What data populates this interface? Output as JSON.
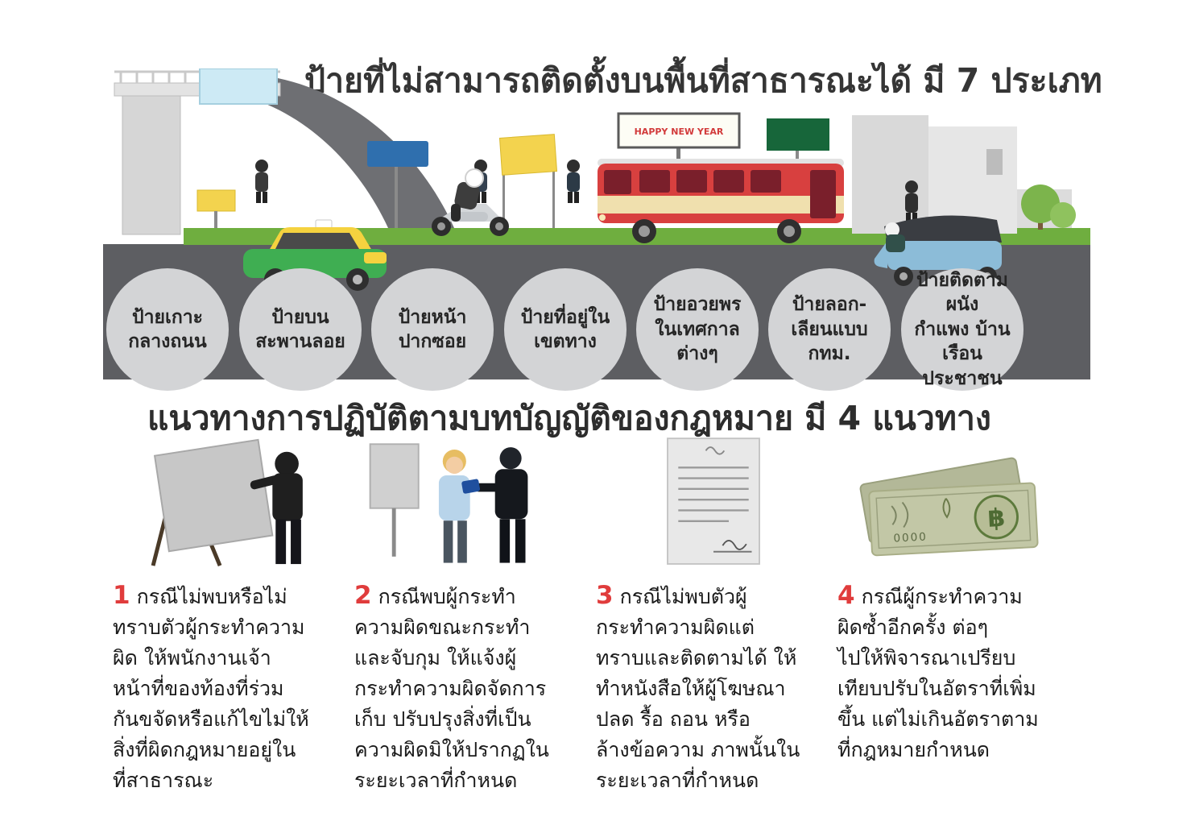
{
  "page": {
    "background": "#ffffff"
  },
  "top": {
    "title": "ป้ายที่ไม่สามารถติดตั้งบนพื้นที่สาธารณะได้ มี 7 ประเภท",
    "billboard_text": "HAPPY NEW YEAR",
    "sign_types": [
      {
        "label": "ป้ายเกาะ\nกลางถนน"
      },
      {
        "label": "ป้ายบน\nสะพานลอย"
      },
      {
        "label": "ป้ายหน้า\nปากซอย"
      },
      {
        "label": "ป้ายที่อยู่ใน\nเขตทาง"
      },
      {
        "label": "ป้ายอวยพร\nในเทศกาล\nต่างๆ"
      },
      {
        "label": "ป้ายลอก-\nเลียนแบบ\nกทม."
      },
      {
        "label": "ป้ายติดตามผนัง\nกำแพง บ้านเรือน\nประชาชน"
      }
    ]
  },
  "guidelines": {
    "title": "แนวทางการปฏิบัติตามบทบัญญัติของกฎหมาย มี 4 แนวทาง",
    "items": [
      {
        "number": "1",
        "icon": "billboard-removal-icon",
        "text": "กรณีไม่พบหรือไม่\nทราบตัวผู้กระทำความ\nผิด ให้พนักงานเจ้า\nหน้าที่ของท้องที่ร่วม\nกันขจัดหรือแก้ไขไม่ให้\nสิ่งที่ผิดกฎหมายอยู่ใน\nที่สาธารณะ"
      },
      {
        "number": "2",
        "icon": "arrest-offender-icon",
        "text": "กรณีพบผู้กระทำ\nความผิดขณะกระทำ\nและจับกุม ให้แจ้งผู้\nกระทำความผิดจัดการ\nเก็บ ปรับปรุงสิ่งที่เป็น\nความผิดมิให้ปรากฏใน\nระยะเวลาที่กำหนด"
      },
      {
        "number": "3",
        "icon": "official-letter-icon",
        "text": "กรณีไม่พบตัวผู้\nกระทำความผิดแต่\nทราบและติดตามได้ ให้\nทำหนังสือให้ผู้โฆษณา\nปลด รื้อ ถอน หรือ\nล้างข้อความ ภาพนั้นใน\nระยะเวลาที่กำหนด"
      },
      {
        "number": "4",
        "icon": "fine-banknote-icon",
        "text": "กรณีผู้กระทำความ\nผิดซ้ำอีกครั้ง ต่อๆ\nไปให้พิจารณาเปรียบ\nเทียบปรับในอัตราที่เพิ่ม\nขึ้น แต่ไม่เกินอัตราตาม\nที่กฎหมายกำหนด"
      }
    ]
  },
  "banknote": {
    "currency_symbol": "฿",
    "serial_text": "0000"
  },
  "colors": {
    "number_red": "#e03c3c",
    "circle_gray": "#d3d4d6",
    "road_gray": "#5d5e62",
    "grass_green": "#6fae3f",
    "taxi_green": "#3fae52",
    "taxi_yellow": "#f5d23f",
    "bus_red": "#d8403f",
    "sign_blue": "#2f6fae",
    "sign_green": "#17663a",
    "sign_yellow": "#f3d34e"
  }
}
